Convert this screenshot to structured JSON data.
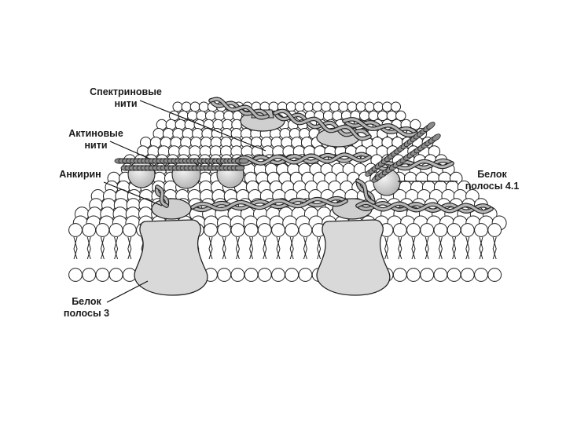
{
  "labels": {
    "spectrin_line1": "Спектриновые",
    "spectrin_line2": "нити",
    "actin_line1": "Актиновые",
    "actin_line2": "нити",
    "ankyrin": "Анкирин",
    "band41_line1": "Белок",
    "band41_line2": "полосы 4.1",
    "band3_line1": "Белок",
    "band3_line2": "полосы 3"
  },
  "colors": {
    "lipid_head_fill": "#ffffff",
    "lipid_outline": "#222222",
    "protein_fill": "#d9d9d9",
    "filament_fill": "#b5b5b5",
    "actin_bead_fill": "#8c8c8c",
    "text": "#1a1a1a"
  }
}
